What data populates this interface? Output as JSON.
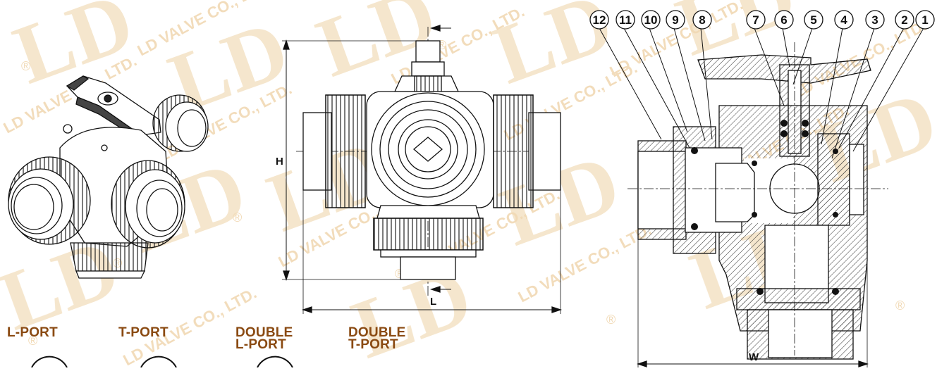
{
  "watermark": {
    "logo": "LD",
    "registered": "®",
    "company": "LD VALVE CO., LTD."
  },
  "drawing": {
    "dimensions": {
      "height": "H",
      "length": "L",
      "width": "W"
    },
    "part_numbers": [
      "12",
      "11",
      "10",
      "9",
      "8",
      "7",
      "6",
      "5",
      "4",
      "3",
      "2",
      "1"
    ]
  },
  "port_types": [
    {
      "line1": "L-PORT",
      "line2": ""
    },
    {
      "line1": "T-PORT",
      "line2": ""
    },
    {
      "line1": "DOUBLE",
      "line2": "L-PORT"
    },
    {
      "line1": "DOUBLE",
      "line2": "T-PORT"
    }
  ]
}
